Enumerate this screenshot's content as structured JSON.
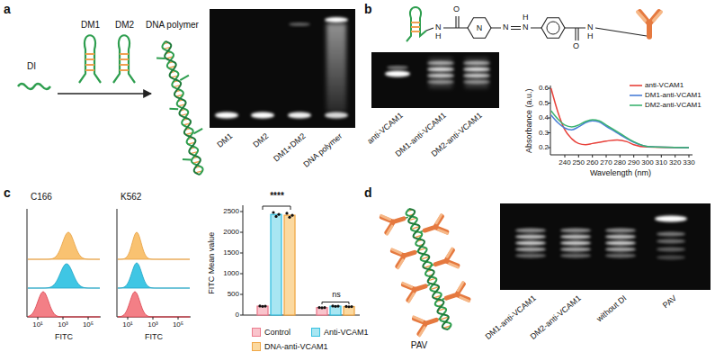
{
  "diagram": {
    "labels": [
      "a",
      "DI",
      "DM1",
      "DM2",
      "DNA polymer",
      "DM1",
      "DM2",
      "DM1+DM2",
      "DNA polymer",
      "b",
      "N",
      "H",
      "O",
      "N",
      "N",
      "N",
      "H",
      "O",
      "N",
      "H",
      "anti-VCAM1",
      "DM1-anti-VCAM1",
      "DM2-anti-VCAM1",
      "Absorbance (a.u.)",
      "0.6",
      "0.5",
      "0.4",
      "0.3",
      "0.2",
      "240",
      "250",
      "260",
      "270",
      "280",
      "290",
      "300",
      "310",
      "320",
      "330",
      "Wavelength (nm)",
      "c",
      "C166",
      "K562",
      "10¹",
      "10³",
      "10⁵",
      "FITC",
      "10¹",
      "10³",
      "10⁵",
      "FITC",
      "FITC Mean value",
      "0",
      "500",
      "1000",
      "1500",
      "2000",
      "2500",
      "****",
      "ns",
      "d",
      "PAV",
      "DM1-anti-VCAM1",
      "DM2-anti-VCAM1",
      "without DI",
      "PAV"
    ],
    "legend": [
      {
        "text": "anti-VCAM1"
      },
      {
        "text": "DM1-anti-VCAM1"
      },
      {
        "text": "DM2-anti-VCAM1"
      },
      {
        "text": "Control",
        "color": "#f9c4cc"
      },
      {
        "text": "Anti-VCAM1",
        "color": "#a8e6f2"
      },
      {
        "text": "DNA-anti-VCAM1",
        "color": "#fbd9a0"
      }
    ]
  }
}
